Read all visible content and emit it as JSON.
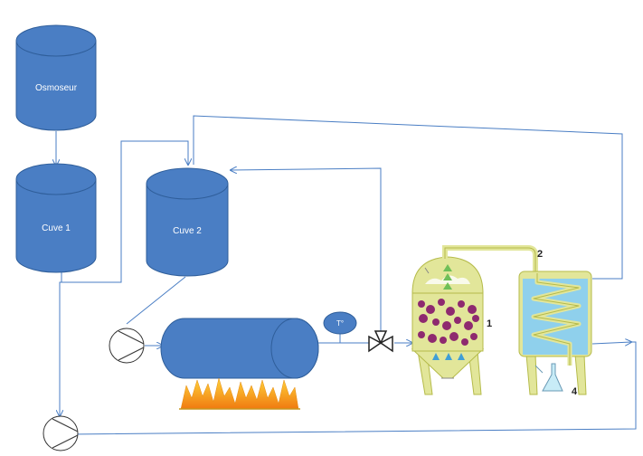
{
  "tanks": {
    "osmoseur": "Osmoseur",
    "cuve1": "Cuve 1",
    "cuve2": "Cuve 2"
  },
  "sensor": {
    "temperature_label": "T°"
  },
  "still_labels": {
    "n1": "1",
    "n2": "2",
    "n4": "4"
  },
  "colors": {
    "tank_fill": "#4a7ec4",
    "tank_stroke": "#2f5e9a",
    "pipe": "#4a7ec4",
    "still_body": "#e2e69a",
    "still_stroke": "#b5bb4a",
    "condenser_water": "#8fd0ec",
    "grapes": "#8e2a6f",
    "flame": "#f4a21a"
  }
}
